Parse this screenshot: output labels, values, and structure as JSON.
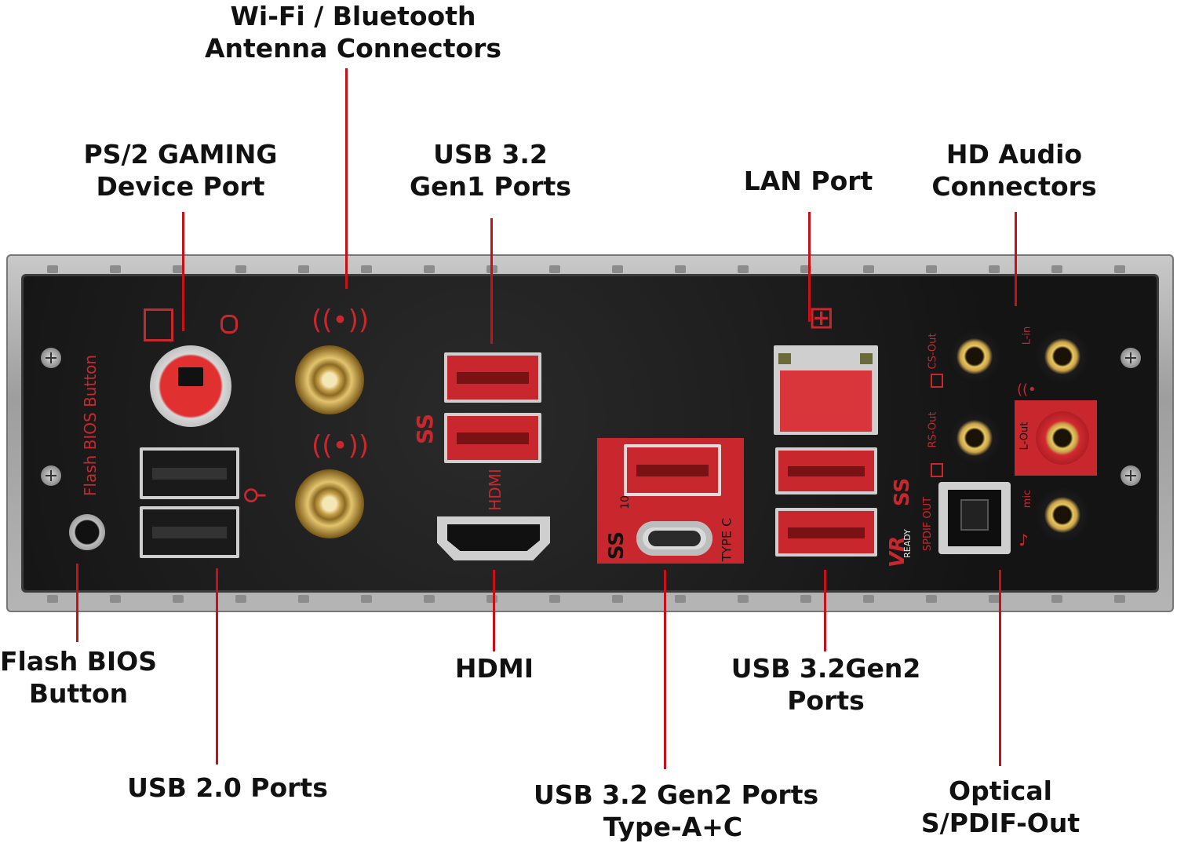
{
  "labels": {
    "wifi": [
      "Wi-Fi / Bluetooth",
      "Antenna Connectors"
    ],
    "ps2": [
      "PS/2 GAMING",
      "Device Port"
    ],
    "usb_gen1": [
      "USB 3.2",
      "Gen1 Ports"
    ],
    "lan": [
      "LAN Port"
    ],
    "audio": [
      "HD Audio",
      "Connectors"
    ],
    "flash_bios": [
      "Flash BIOS",
      "Button"
    ],
    "usb20": [
      "USB 2.0 Ports"
    ],
    "hdmi": [
      "HDMI"
    ],
    "usb_gen2": [
      "USB 3.2Gen2",
      "Ports"
    ],
    "usb_gen2_ac": [
      "USB 3.2 Gen2 Ports",
      "Type-A+C"
    ],
    "optical": [
      "Optical",
      "S/PDIF-Out"
    ]
  },
  "panel_text": {
    "flash_bios": "Flash BIOS Button",
    "hdmi": "HDMI",
    "type_c": "TYPE C",
    "ss": "SS",
    "ss10": "10",
    "vr": "VR",
    "ready": "READY",
    "spdif": "SPDIF OUT",
    "cs_out": "CS-Out",
    "rs_out": "RS-Out",
    "l_in": "L-in",
    "l_out": "L-Out",
    "mic": "mic"
  },
  "colors": {
    "leader": "#c8101b",
    "accent_red": "#c8282d",
    "plate": "#1a1a1a",
    "gold": "#c9a24a"
  },
  "icons": [
    "keyboard-icon",
    "mouse-icon",
    "antenna-icon",
    "usb-icon",
    "network-icon",
    "speaker-icon",
    "microphone-icon",
    "headphone-icon"
  ]
}
